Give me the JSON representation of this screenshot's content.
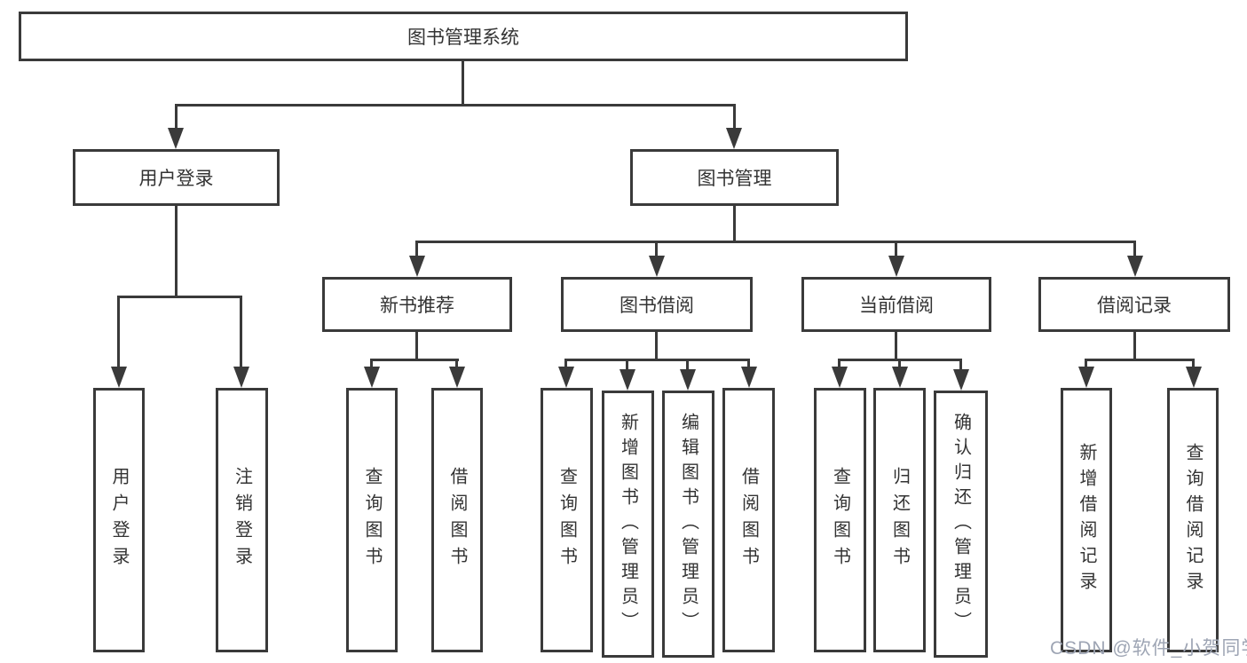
{
  "diagram_title": "图书管理系统",
  "tree": {
    "root": {
      "label": "图书管理系统"
    },
    "branches": [
      {
        "label": "用户登录",
        "children": [
          {
            "label": "用户登录"
          },
          {
            "label": "注销登录"
          }
        ]
      },
      {
        "label": "图书管理",
        "children": [
          {
            "label": "新书推荐",
            "children": [
              {
                "label": "查询图书"
              },
              {
                "label": "借阅图书"
              }
            ]
          },
          {
            "label": "图书借阅",
            "children": [
              {
                "label": "查询图书"
              },
              {
                "label": "新增图书（管理员）"
              },
              {
                "label": "编辑图书（管理员）"
              },
              {
                "label": "借阅图书"
              }
            ]
          },
          {
            "label": "当前借阅",
            "children": [
              {
                "label": "查询图书"
              },
              {
                "label": "归还图书"
              },
              {
                "label": "确认归还（管理员）"
              }
            ]
          },
          {
            "label": "借阅记录",
            "children": [
              {
                "label": "新增借阅记录"
              },
              {
                "label": "查询借阅记录"
              }
            ]
          }
        ]
      }
    ]
  },
  "watermark": "CSDN @软件_小贺同学",
  "colors": {
    "line": "#3a3a3a",
    "box_border": "#3a3a3a",
    "text": "#333333",
    "watermark": "#9ea5b4",
    "background": "#ffffff"
  }
}
